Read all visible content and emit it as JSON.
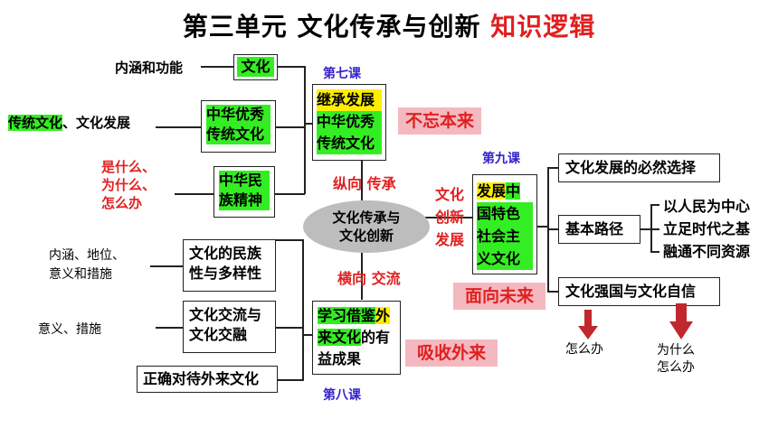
{
  "title": {
    "main": "第三单元 文化传承与创新",
    "accent": "知识逻辑"
  },
  "center": {
    "line1": "文化传承与",
    "line2": "文化创新"
  },
  "axis": {
    "vertical": "纵向 传承",
    "horizontal": "横向 交流"
  },
  "lessons": {
    "seven": "第七课",
    "eight": "第八课",
    "nine": "第九课"
  },
  "lesson7": {
    "line1": "继承发展",
    "line2": "中华优秀",
    "line3": "传统文化",
    "tag": "不忘本来"
  },
  "lesson8": {
    "line1a": "学习借鉴",
    "line1b": "外",
    "line2a": "来文化",
    "line2b": "的有",
    "line3": "益成果",
    "tag": "吸收外来"
  },
  "lesson9": {
    "side1": "文化",
    "side2": "创新",
    "side3": "发展",
    "line1a": "发展",
    "line1b": "中",
    "line2": "国特色",
    "line3": "社会主",
    "line4": "义文化",
    "tag": "面向未来"
  },
  "left_top": {
    "wenhua": "文化",
    "neihan": "内涵和功能",
    "zhy1": "中华优秀",
    "zhy2": "传统文化",
    "chuantong_a": "传统文化",
    "chuantong_b": "、文化发展",
    "mz1": "中华民",
    "mz2": "族精神",
    "q1": "是什么、",
    "q2": "为什么、",
    "q3": "怎么办"
  },
  "left_bottom": {
    "dy1": "文化的民族",
    "dy2": "性与多样性",
    "dy_side1": "内涵、地位、",
    "dy_side2": "意义和措施",
    "jl1": "文化交流与",
    "jl2": "文化交融",
    "jl_side": "意义、措施",
    "zq": "正确对待外来文化"
  },
  "right": {
    "r1": "文化发展的必然选择",
    "r2": "基本路径",
    "r2a": "以人民为中心",
    "r2b": "立足时代之基",
    "r2c": "融通不同资源",
    "r3": "文化强国与文化自信",
    "arrow1": "怎么办",
    "arrow2a": "为什么",
    "arrow2b": "怎么办"
  },
  "colors": {
    "red": "#e02020",
    "green": "#33ee22",
    "yellow": "#ffee00",
    "pink": "#f4b9c0",
    "blue": "#3322cc",
    "arrow": "#c0282c"
  }
}
